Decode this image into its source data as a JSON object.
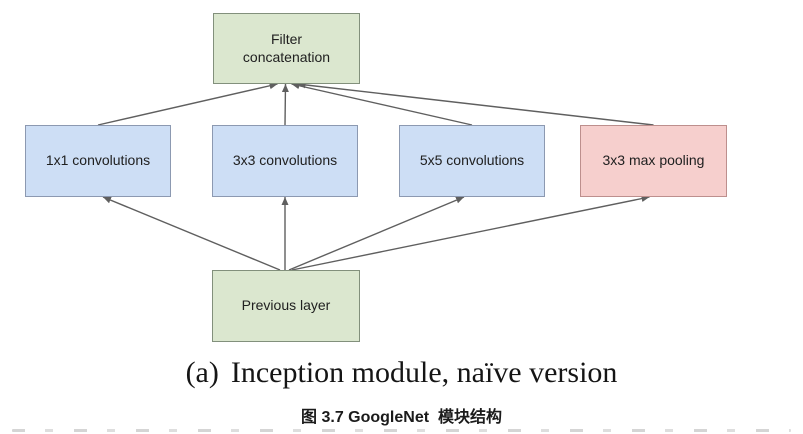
{
  "diagram": {
    "title_hint": "GoogLeNet inception module (naive) block diagram",
    "nodes": {
      "filter_concat": {
        "label": "Filter\nconcatenation",
        "kind": "concat"
      },
      "conv1x1": {
        "label": "1x1 convolutions",
        "kind": "conv"
      },
      "conv3x3": {
        "label": "3x3 convolutions",
        "kind": "conv"
      },
      "conv5x5": {
        "label": "5x5 convolutions",
        "kind": "conv"
      },
      "maxpool": {
        "label": "3x3 max pooling",
        "kind": "pool"
      },
      "previous": {
        "label": "Previous layer",
        "kind": "input"
      }
    },
    "edges": [
      {
        "from": "conv1x1",
        "from_side": "top",
        "to": "filter_concat",
        "to_side": "bottom",
        "to_dx": -9
      },
      {
        "from": "conv3x3",
        "from_side": "top",
        "to": "filter_concat",
        "to_side": "bottom",
        "to_dx": -1
      },
      {
        "from": "conv5x5",
        "from_side": "top",
        "to": "filter_concat",
        "to_side": "bottom",
        "to_dx": 5
      },
      {
        "from": "maxpool",
        "from_side": "top",
        "to": "filter_concat",
        "to_side": "bottom",
        "to_dx": 11
      },
      {
        "from": "previous",
        "from_side": "top",
        "from_dx": -6,
        "to": "conv1x1",
        "to_side": "bottom",
        "to_dx": 5
      },
      {
        "from": "previous",
        "from_side": "top",
        "from_dx": -1,
        "to": "conv3x3",
        "to_side": "bottom",
        "to_dx": 0
      },
      {
        "from": "previous",
        "from_side": "top",
        "from_dx": 3,
        "to": "conv5x5",
        "to_side": "bottom",
        "to_dx": -8
      },
      {
        "from": "previous",
        "from_side": "top",
        "from_dx": 6,
        "to": "maxpool",
        "to_side": "bottom",
        "to_dx": -4
      }
    ],
    "colors": {
      "green_fill": "#dbe7cf",
      "green_border": "#82907c",
      "blue_fill": "#cddef5",
      "blue_border": "#8c99b1",
      "red_fill": "#f6cfcd",
      "red_border": "#bd8f8d",
      "arrow": "#5f5f5f",
      "text": "#202020",
      "background": "#ffffff"
    }
  },
  "captions": {
    "figure_letter": "(a)",
    "figure_title": "Inception module, naïve version",
    "figure_caption_cn": "图 3.7 GoogleNet  模块结构"
  }
}
